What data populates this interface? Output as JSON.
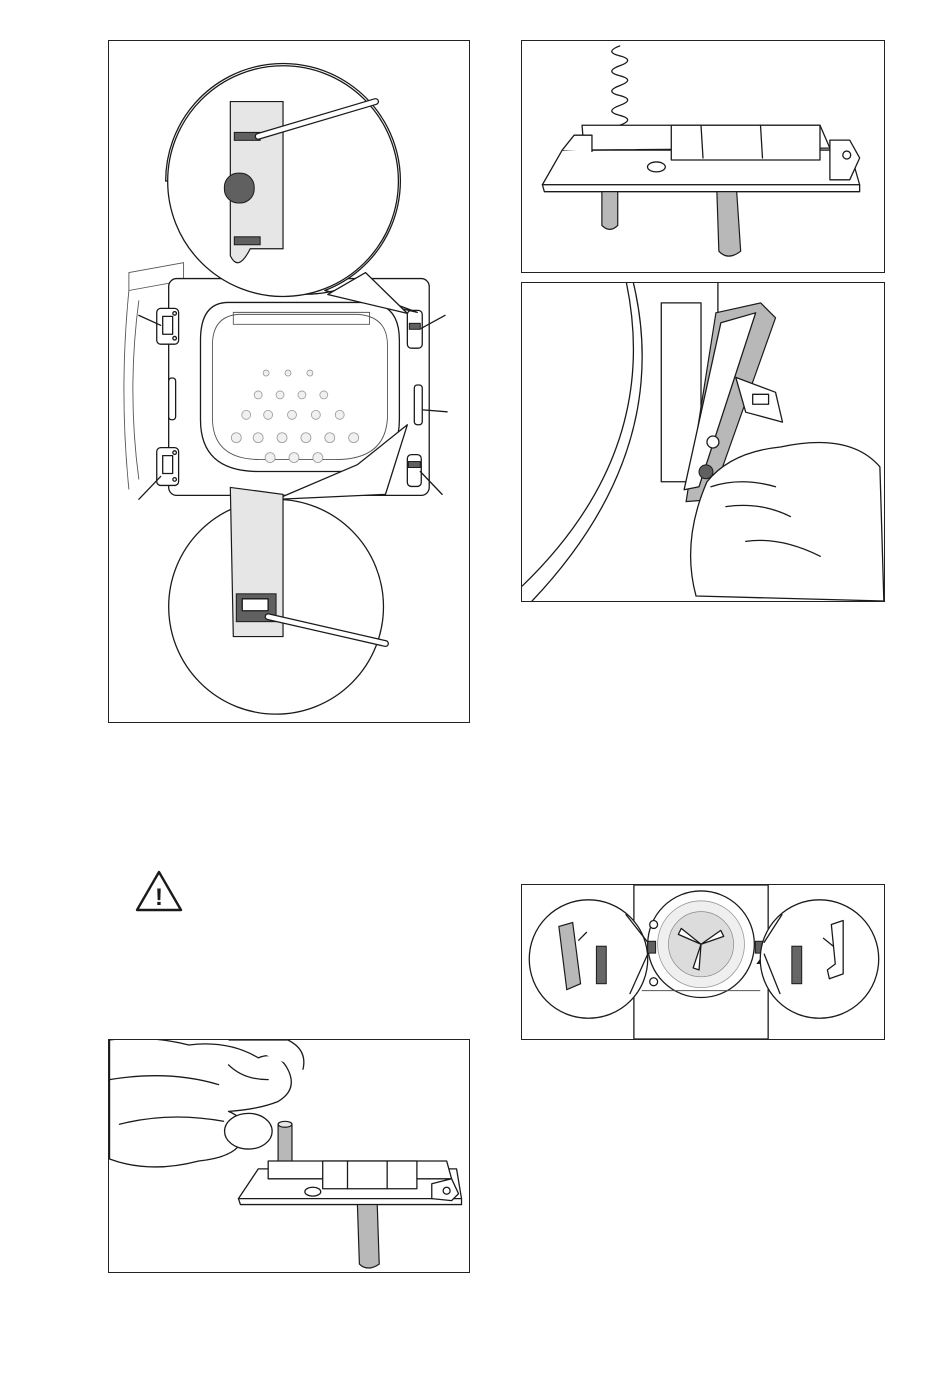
{
  "page": {
    "background": "#ffffff",
    "line_color": "#1a1a1a",
    "part_gray": "#b8b8b8"
  },
  "figures": [
    {
      "id": "fig-door-hinges",
      "icon": "dryer-door-hinge-removal-illustration"
    },
    {
      "id": "fig-lock-spring",
      "icon": "door-lock-with-spring-illustration"
    },
    {
      "id": "fig-lock-removal",
      "icon": "hand-removing-door-lock-illustration"
    },
    {
      "id": "fig-reversal-detail",
      "icon": "door-lock-reversal-detail-illustration"
    },
    {
      "id": "fig-pin-insert",
      "icon": "hand-inserting-pin-into-lock-illustration"
    }
  ],
  "warning": {
    "icon": "warning-triangle-icon",
    "symbol": "!"
  }
}
